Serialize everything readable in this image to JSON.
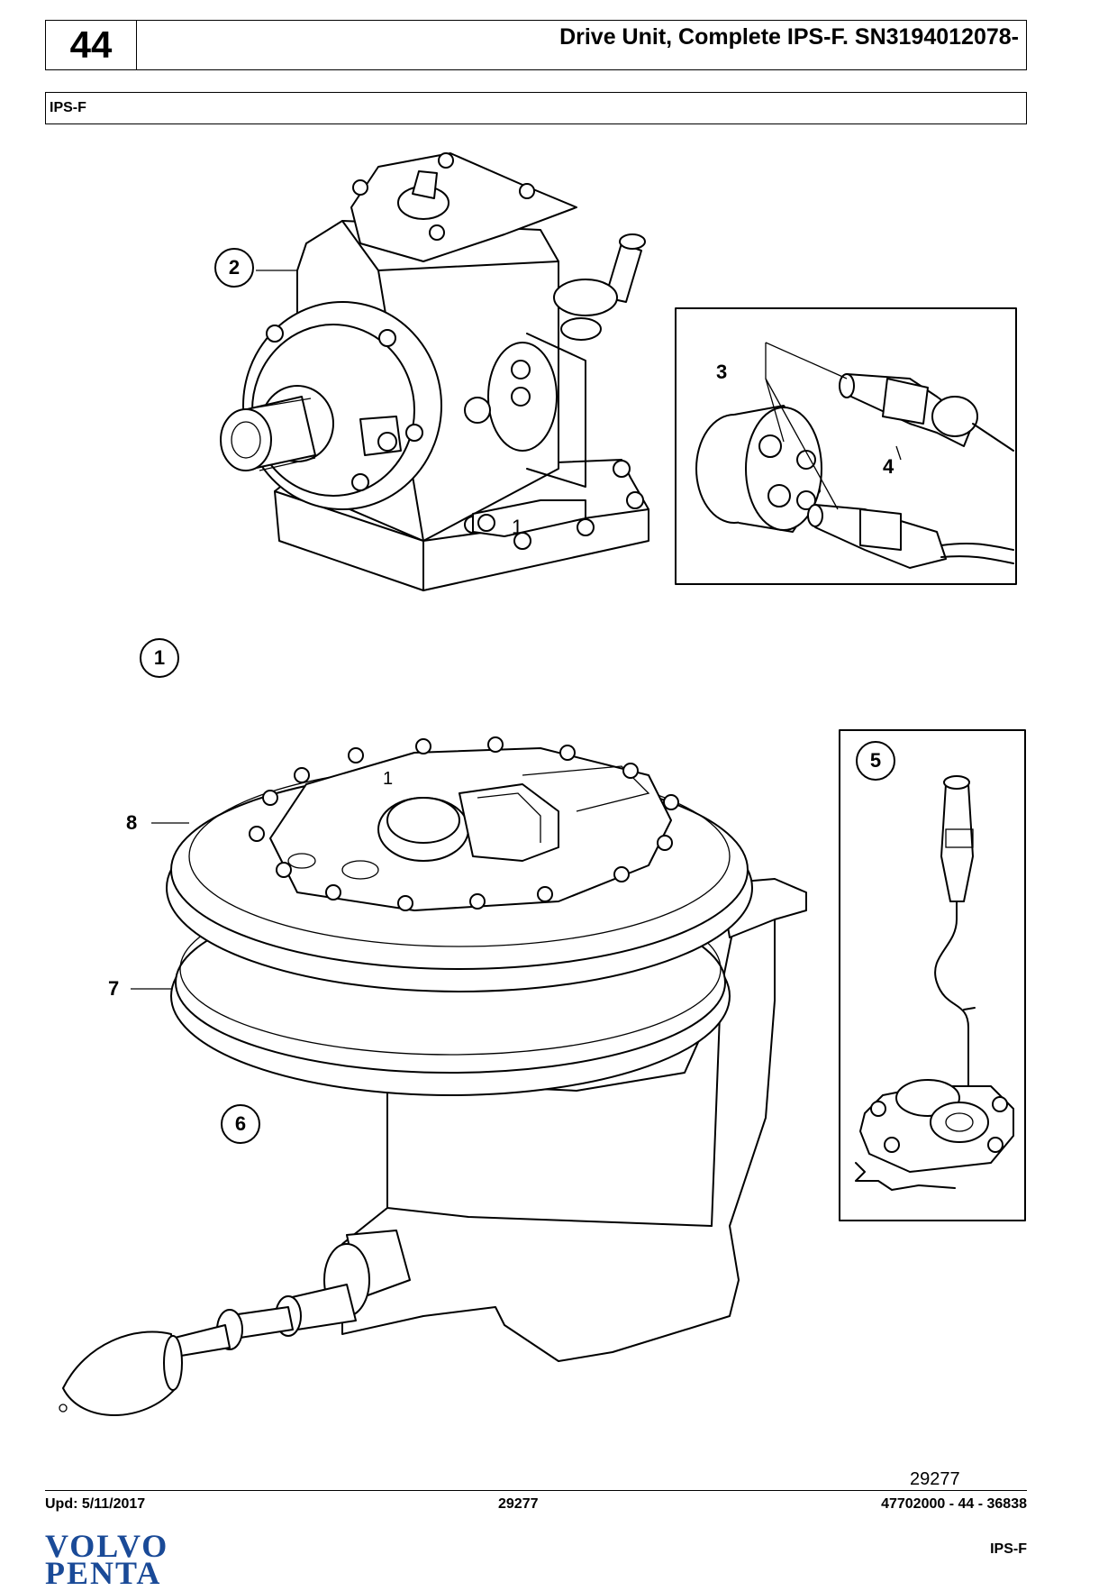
{
  "header": {
    "section_number": "44",
    "title": "Drive Unit, Complete IPS-F. SN3194012078-"
  },
  "subheader": {
    "model": "IPS-F"
  },
  "diagram": {
    "callouts": [
      "1",
      "2",
      "3",
      "4",
      "5",
      "6",
      "7",
      "8"
    ],
    "inline_labels": [
      "1",
      "1"
    ],
    "figure_number": "29277"
  },
  "footer": {
    "updated": "Upd: 5/11/2017",
    "figure_ref": "29277",
    "doc_ref": "47702000 - 44 - 36838",
    "model": "IPS-F",
    "logo_line1": "VOLVO",
    "logo_line2": "PENTA",
    "logo_color": "#1a4a97"
  }
}
